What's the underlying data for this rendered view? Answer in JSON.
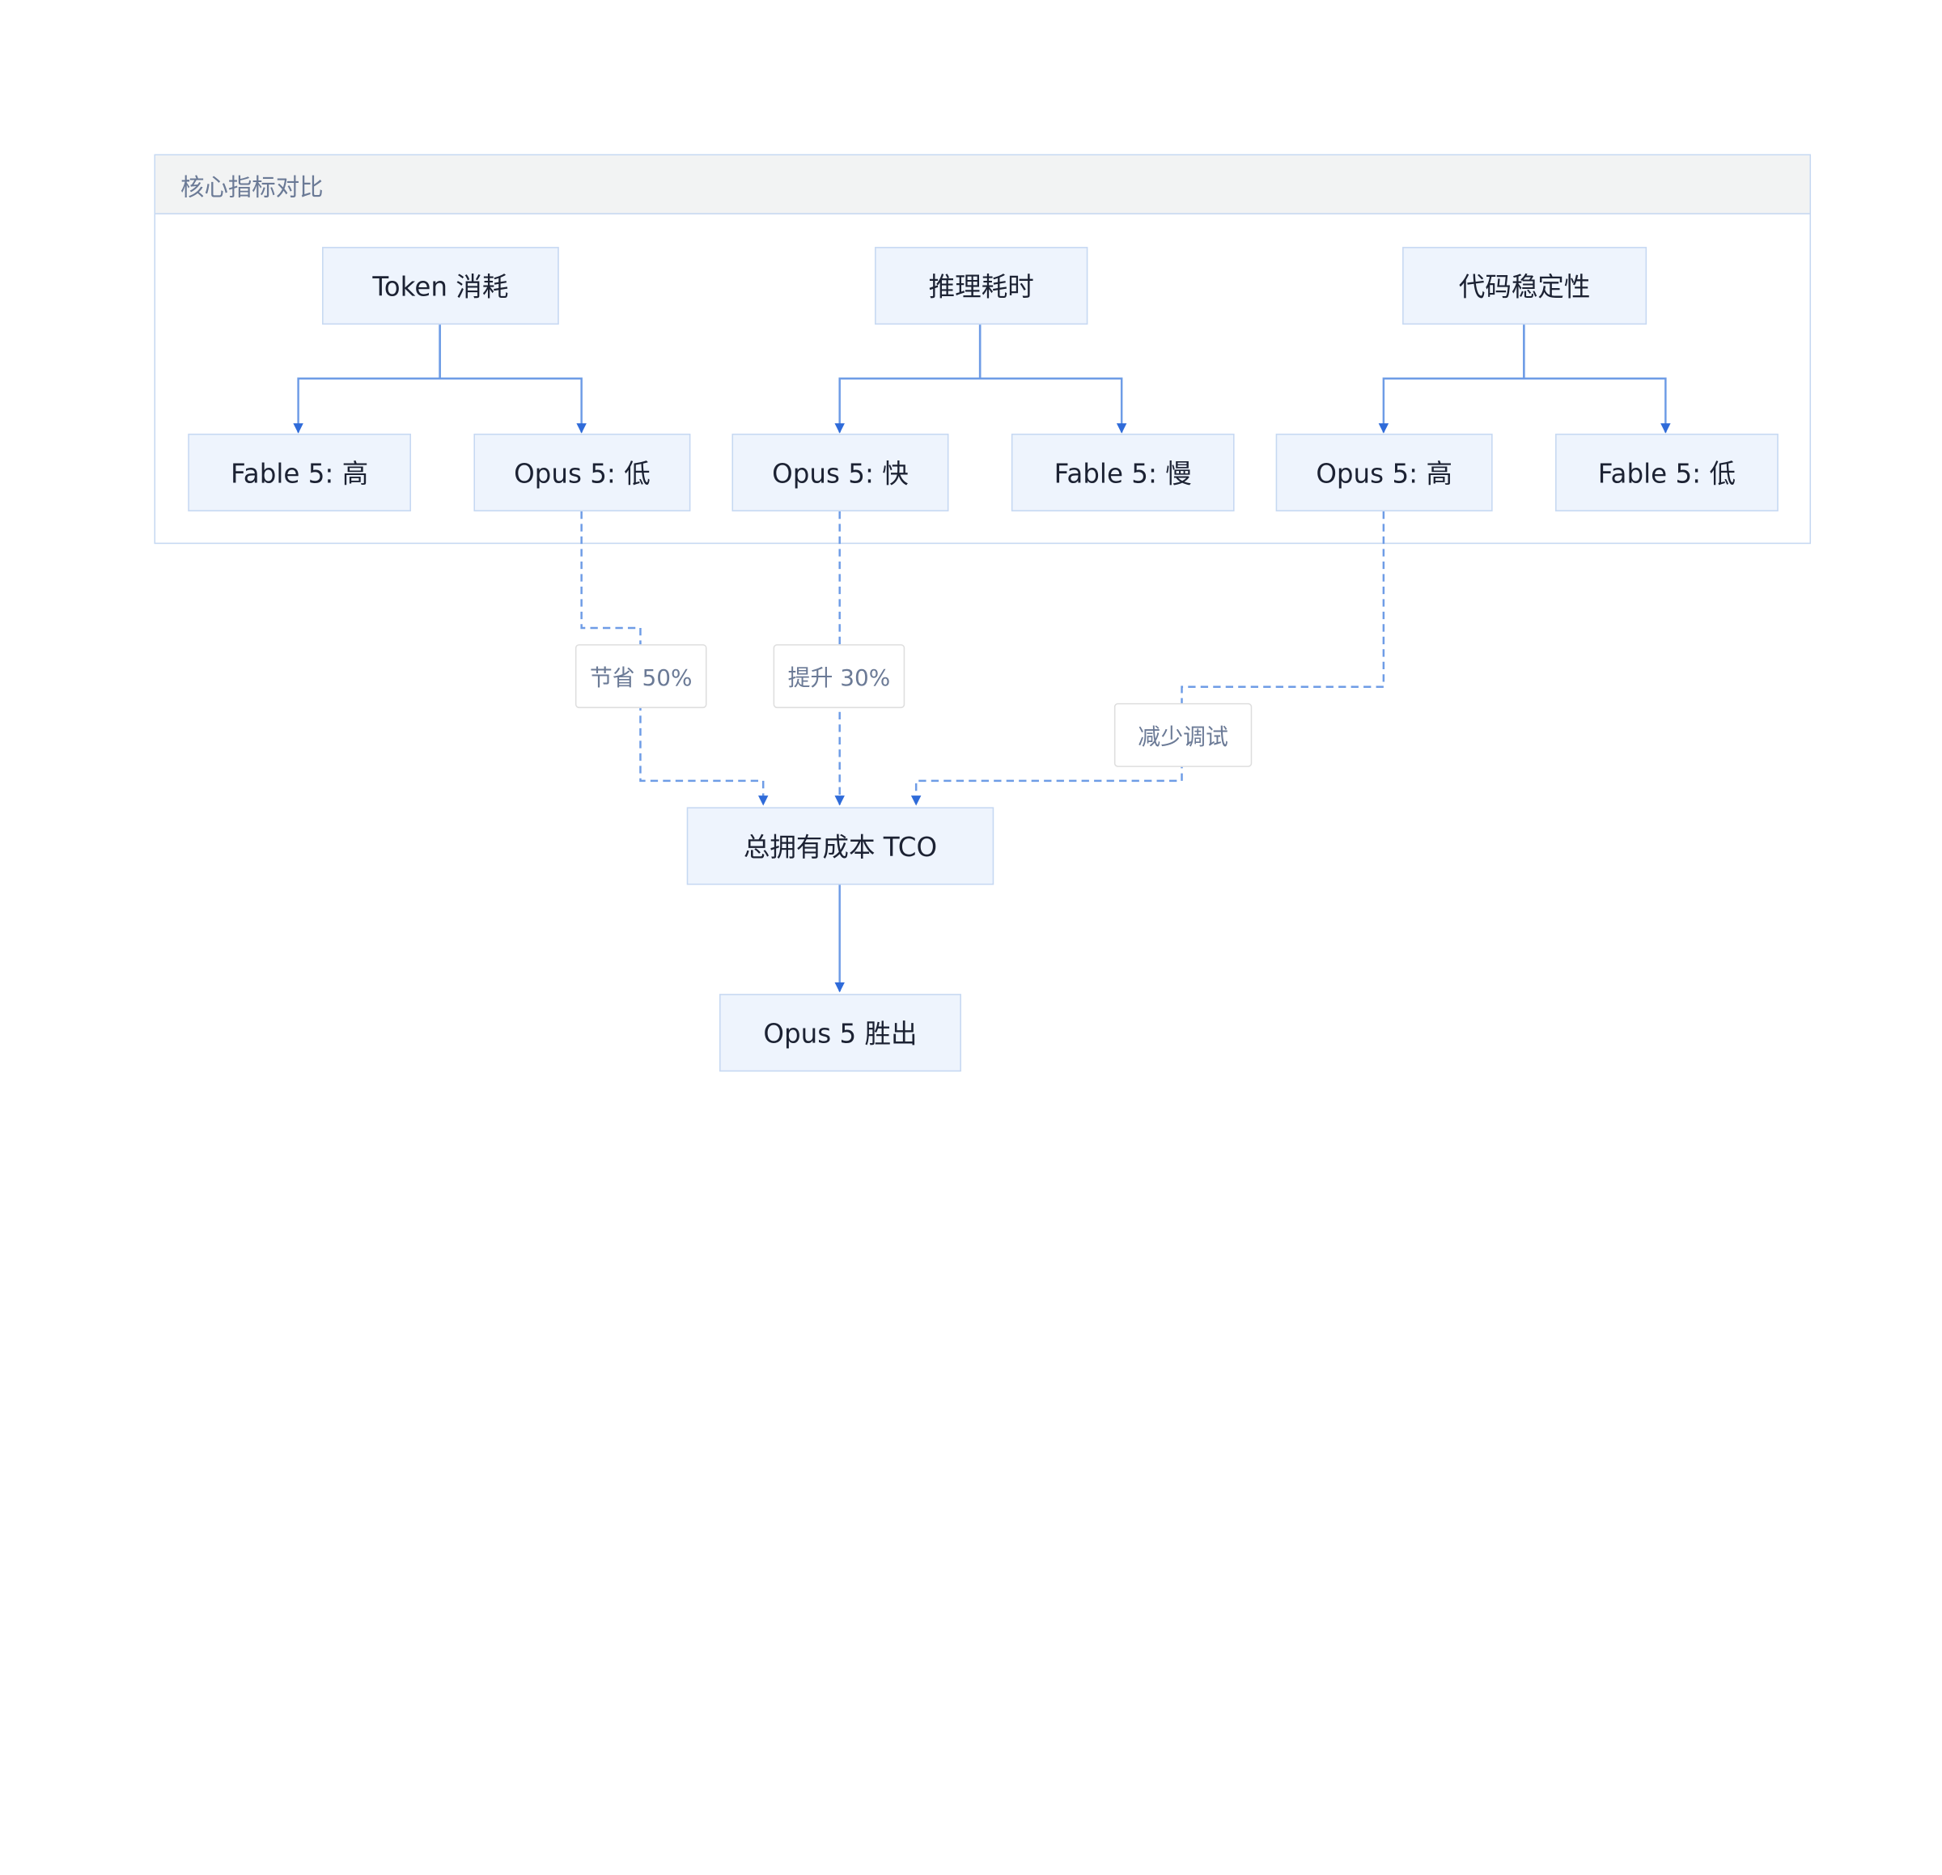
{
  "group": {
    "title": "核心指标对比"
  },
  "nodes": {
    "token": "Token 消耗",
    "latency": "推理耗时",
    "stability": "代码稳定性",
    "fable_token": "Fable 5: 高",
    "opus_token": "Opus 5: 低",
    "opus_latency": "Opus 5: 快",
    "fable_latency": "Fable 5: 慢",
    "opus_stability": "Opus 5: 高",
    "fable_stability": "Fable 5: 低",
    "tco": "总拥有成本 TCO",
    "winner": "Opus 5 胜出"
  },
  "edge_labels": {
    "save": "节省 50%",
    "boost": "提升 30%",
    "debug": "减少调试"
  },
  "colors": {
    "node_fill": "#eef4fd",
    "node_border": "#c6d8f2",
    "edge": "#6e9ce6",
    "arrow": "#2f6bd9",
    "group_header": "#f2f3f3",
    "label_text": "#6b7a96"
  }
}
